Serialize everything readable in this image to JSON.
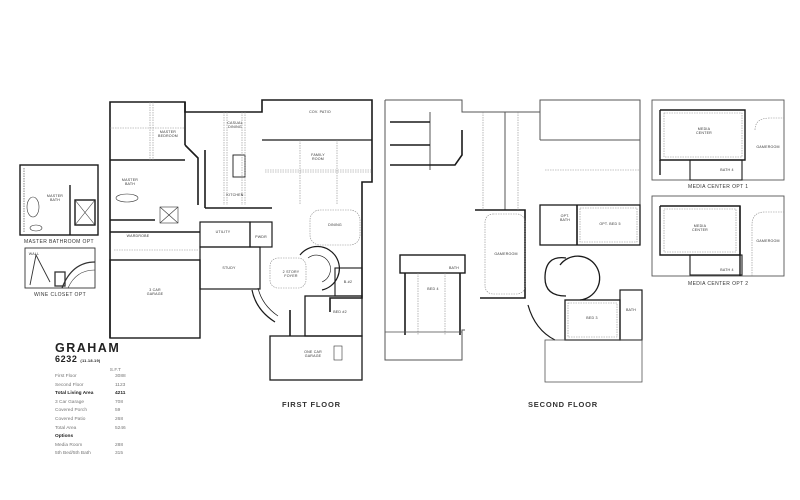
{
  "plan": {
    "name": "GRAHAM",
    "number": "6232",
    "date": "(11.18.19)",
    "sqft_header": "S.F.T",
    "areas": [
      {
        "label": "First Floor",
        "value": "3088",
        "bold": false
      },
      {
        "label": "Second Floor",
        "value": "1123",
        "bold": false
      },
      {
        "label": "Total Living Area",
        "value": "4211",
        "bold": true
      },
      {
        "label": "3 Car Garage",
        "value": "708",
        "bold": false
      },
      {
        "label": "Covered Porch",
        "value": "59",
        "bold": false
      },
      {
        "label": "Covered Patio",
        "value": "268",
        "bold": false
      },
      {
        "label": "Total Area",
        "value": "5246",
        "bold": false
      }
    ],
    "options_header": "Options",
    "options": [
      {
        "label": "Media Room",
        "value": "288"
      },
      {
        "label": "5th Bed/5th Bath",
        "value": "315"
      }
    ]
  },
  "floor_titles": {
    "first": "FIRST FLOOR",
    "second": "SECOND FLOOR"
  },
  "option_captions": {
    "master_bath": "MASTER BATHROOM OPT",
    "wine_closet": "WINE CLOSET OPT",
    "media_opt1": "MEDIA CENTER OPT 1",
    "media_opt2": "MEDIA CENTER OPT 2"
  },
  "rooms": {
    "first_floor": {
      "master_bedroom": "MASTER\nBEDROOM",
      "casual_dining": "CASUAL\nDINING",
      "cov_patio": "COV. PATIO",
      "family_room": "FAMILY\nROOM",
      "master_bath": "MASTER\nBATH",
      "kitchen": "KITCHEN",
      "wardrobe": "WARDROBE",
      "utility": "UTILITY",
      "powder": "PWDR",
      "dining": "DINING",
      "study": "STUDY",
      "foyer": "2 STORY\nFOYER",
      "garage_3": "3 CAR\nGARAGE",
      "bath_2": "B-#2",
      "bed_2": "BED #2",
      "one_car_garage": "ONE CAR\nGARAGE"
    },
    "second_floor": {
      "gameroom": "GAMEROOM",
      "opt_bed_5": "OPT. BED 5",
      "opt_bath": "OPT.\nBATH",
      "bed_4": "BED 4",
      "bath_4": "BATH",
      "bed_3": "BED 3",
      "bath_3": "BATH"
    },
    "master_bath_opt": {
      "master_bath": "MASTER\nBATH",
      "wall": "WALL"
    },
    "media_opt1": {
      "media_center": "MEDIA\nCENTER",
      "gameroom": "GAMEROOM",
      "bath": "BATH 4"
    },
    "media_opt2": {
      "media_center": "MEDIA\nCENTER",
      "gameroom": "GAMEROOM",
      "bath": "BATH 4"
    }
  },
  "colors": {
    "wall": "#1a1a1a",
    "thin_line": "#555555",
    "dashed": "#8a8a8a",
    "text": "#333333"
  }
}
